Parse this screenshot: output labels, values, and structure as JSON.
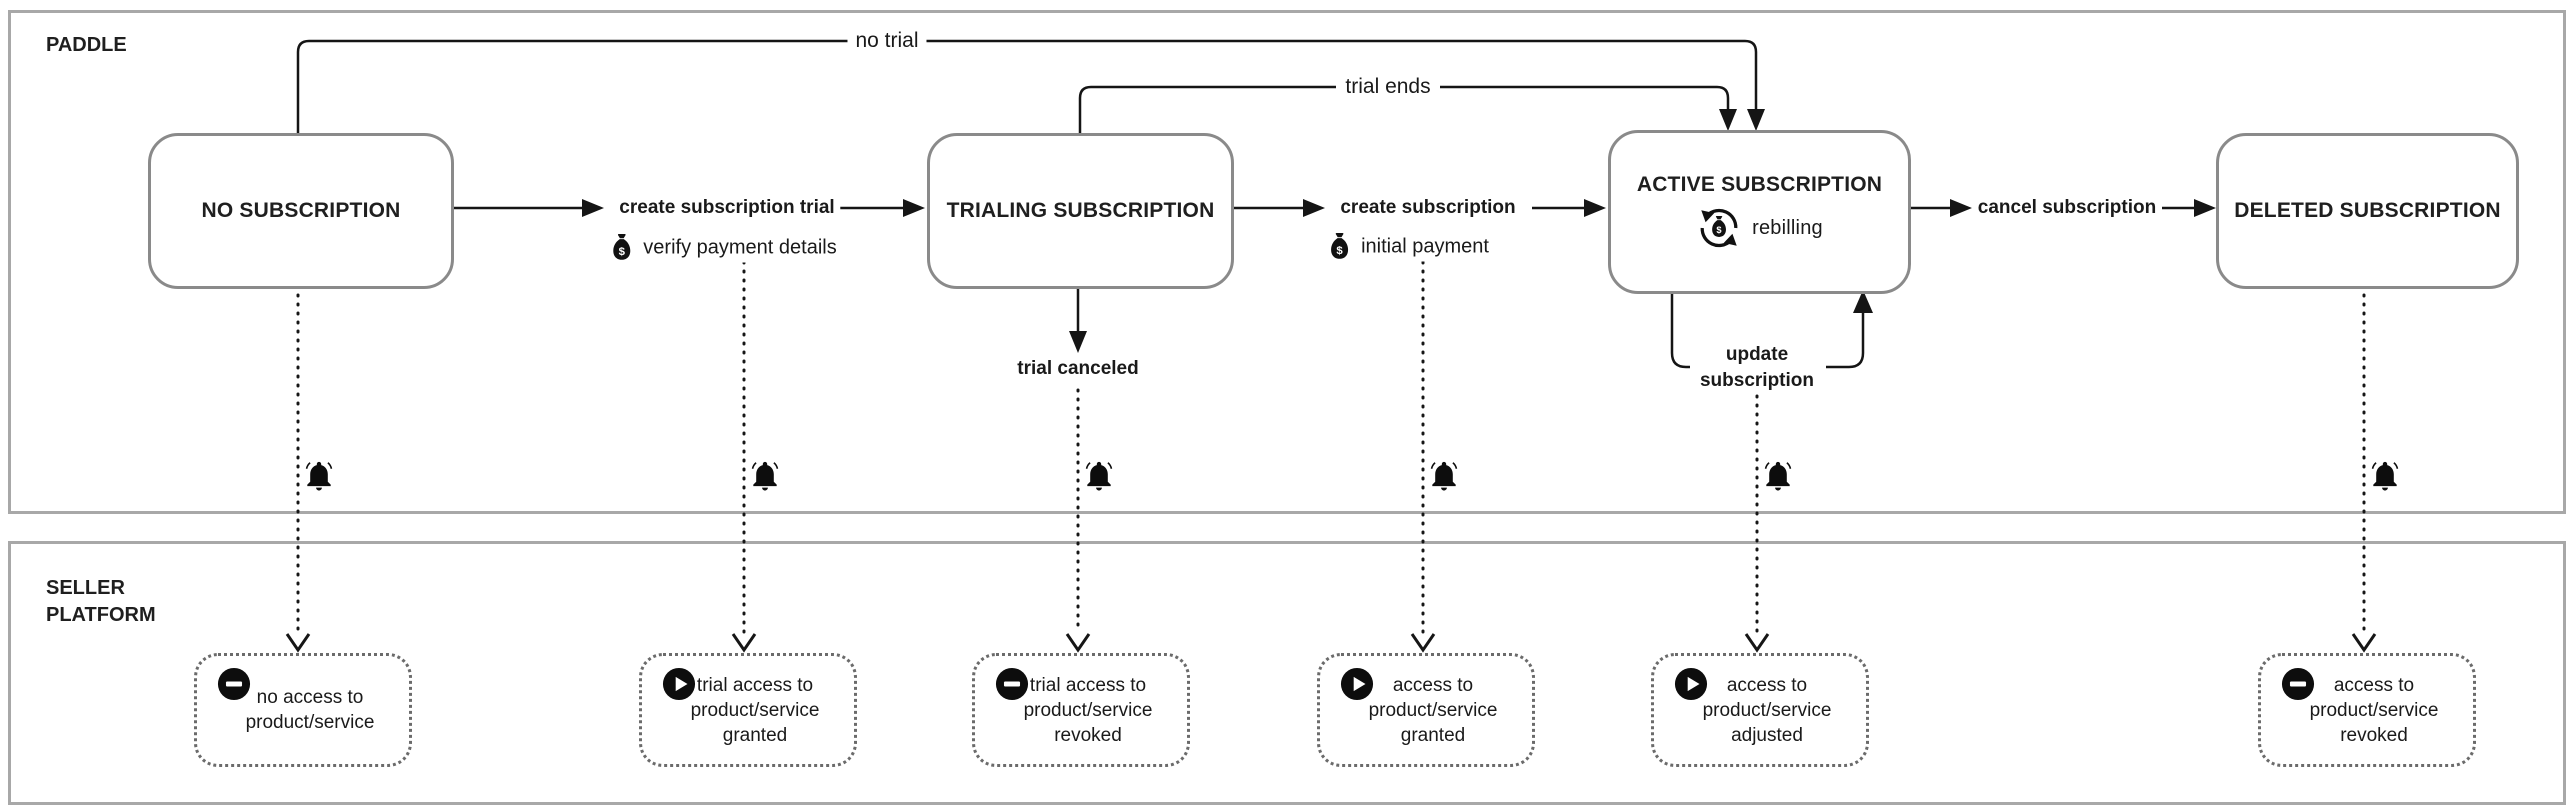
{
  "lanes": {
    "paddle": {
      "label": "PADDLE"
    },
    "seller_platform": {
      "label": "SELLER PLATFORM"
    }
  },
  "states": [
    {
      "label": "NO SUBSCRIPTION"
    },
    {
      "label": "TRIALING SUBSCRIPTION"
    },
    {
      "label": "ACTIVE SUBSCRIPTION",
      "badge": "rebilling"
    },
    {
      "label": "DELETED SUBSCRIPTION"
    }
  ],
  "transitions": {
    "create_subscription_trial": {
      "label": "create subscription trial",
      "note": "verify payment details"
    },
    "create_subscription": {
      "label": "create subscription",
      "note": "initial payment"
    },
    "cancel_subscription": {
      "label": "cancel subscription"
    },
    "no_trial": {
      "label": "no trial"
    },
    "trial_ends": {
      "label": "trial ends"
    },
    "trial_canceled": {
      "label": "trial canceled"
    },
    "update_subscription": {
      "label": "update subscription"
    }
  },
  "events": [
    {
      "icon": "minus-circle",
      "text": "no access to product/service"
    },
    {
      "icon": "play-circle",
      "text": "trial access to product/service granted"
    },
    {
      "icon": "minus-circle",
      "text": "trial access to product/service revoked"
    },
    {
      "icon": "play-circle",
      "text": "access to product/service granted"
    },
    {
      "icon": "play-circle",
      "text": "access to product/service adjusted"
    },
    {
      "icon": "minus-circle",
      "text": "access to product/service revoked"
    }
  ],
  "icons": {
    "money_bag_symbol": "$"
  },
  "colors": {
    "connector": "#151515",
    "state_border": "#8a8a8a",
    "lane_border": "#a8a8a8",
    "event_border": "#6b6b6b",
    "text": "#1f1f1f",
    "background": "#ffffff"
  }
}
